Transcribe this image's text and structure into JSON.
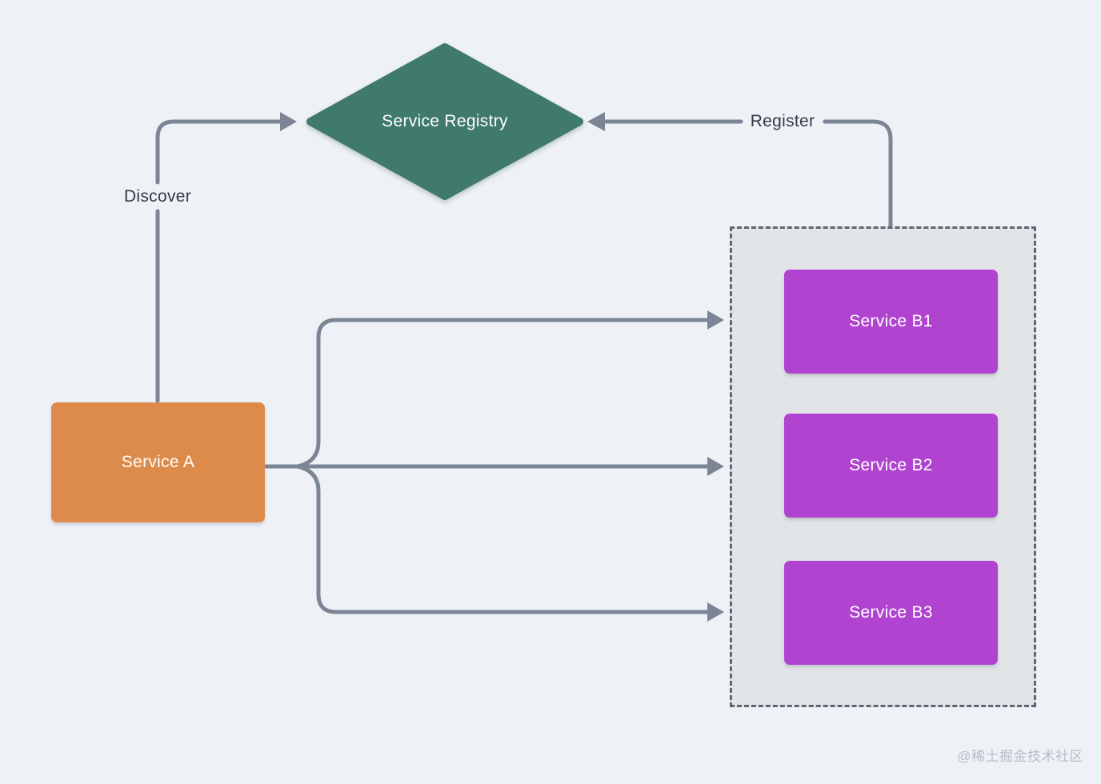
{
  "diagram": {
    "registry": {
      "label": "Service Registry",
      "shape": "diamond",
      "color": "#3f7a6a"
    },
    "service_a": {
      "label": "Service A",
      "color": "#dd8b4b"
    },
    "service_b_group": {
      "container_fill": "#e2e5e8",
      "container_border": "#5d6673",
      "node_color": "#b044d0",
      "items": [
        {
          "label": "Service B1"
        },
        {
          "label": "Service B2"
        },
        {
          "label": "Service B3"
        }
      ]
    },
    "edges": {
      "discover_label": "Discover",
      "register_label": "Register"
    },
    "colors": {
      "background": "#eef2f7",
      "connector": "#7b8595",
      "edge_label_text": "#323a45",
      "node_text": "#ffffff"
    }
  },
  "watermark": "@稀土掘金技术社区"
}
